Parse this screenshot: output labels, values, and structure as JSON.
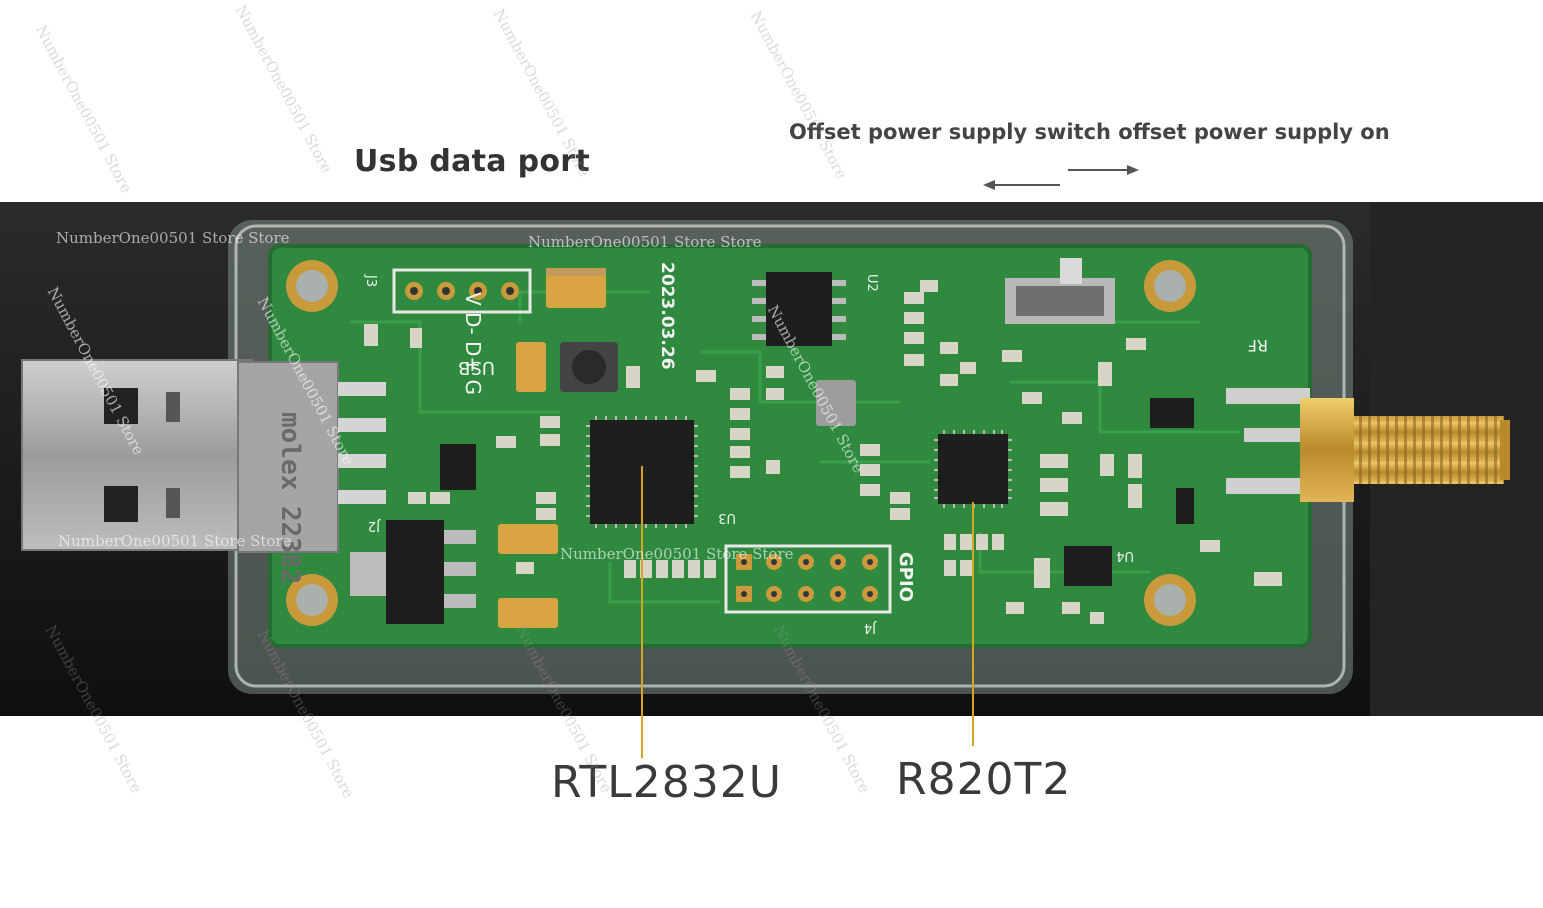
{
  "annotations": {
    "usb_title": "Usb data port",
    "offset_title": "Offset power supply switch offset power supply on",
    "chip1_label": "RTL2832U",
    "chip2_label": "R820T2"
  },
  "watermark": {
    "text": "NumberOne00501 Store Store",
    "text_diagonal": "NumberOne00501 Store"
  },
  "board": {
    "date": "2023.03.26",
    "usb_connector_text": "molex 22382",
    "silkscreen": {
      "usb": "USB",
      "pins": "V D- D+ G",
      "gpio": "GPIO",
      "rf": "RF",
      "j2": "J2",
      "j3": "J3",
      "j4": "J4",
      "u2": "U2",
      "u3": "U3",
      "u4": "U4"
    }
  },
  "colors": {
    "pcb": "#2f8a3f",
    "pcb_dark": "#246c31",
    "background_dark": "#1b1b1b",
    "leader_line": "#d8a425",
    "gold": "#c99a3b"
  }
}
